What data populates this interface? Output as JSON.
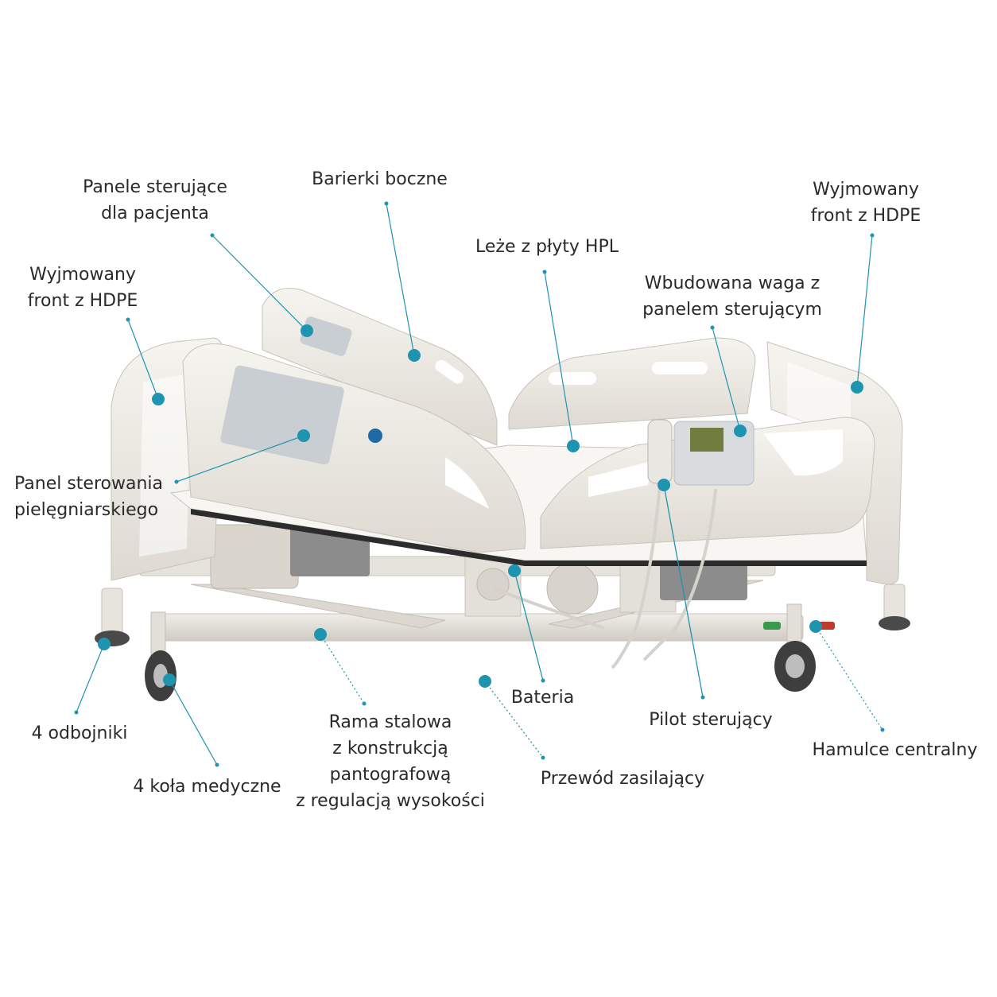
{
  "colors": {
    "accent": "#1e94b0",
    "bed_body": "#efece6",
    "bed_shadow": "#d6d2ca",
    "frame": "#e8e5df",
    "gray_box": "#8c8c8c",
    "panel": "#c9ced3",
    "button": "#1f2c3a"
  },
  "callouts": [
    {
      "id": "patient-panels",
      "lines": [
        "Panele sterujące",
        "dla pacjenta"
      ]
    },
    {
      "id": "side-rails",
      "lines": [
        "Barierki boczne"
      ]
    },
    {
      "id": "front-hdpe-right",
      "lines": [
        "Wyjmowany",
        "front z HDPE"
      ]
    },
    {
      "id": "hpl-platform",
      "lines": [
        "Leże z płyty HPL"
      ]
    },
    {
      "id": "scale-panel",
      "lines": [
        "Wbudowana waga z",
        "panelem sterującym"
      ]
    },
    {
      "id": "front-hdpe-left",
      "lines": [
        "Wyjmowany",
        "front z HDPE"
      ]
    },
    {
      "id": "nurse-panel",
      "lines": [
        "Panel sterowania",
        "pielęgniarskiego"
      ]
    },
    {
      "id": "bumpers",
      "lines": [
        "4 odbojniki"
      ]
    },
    {
      "id": "wheels",
      "lines": [
        "4 koła medyczne"
      ]
    },
    {
      "id": "steel-frame",
      "lines": [
        "Rama stalowa",
        "z konstrukcją",
        "pantografową",
        "z regulacją wysokości"
      ]
    },
    {
      "id": "battery",
      "lines": [
        "Bateria"
      ]
    },
    {
      "id": "power-cord",
      "lines": [
        "Przewód zasilający"
      ]
    },
    {
      "id": "remote",
      "lines": [
        "Pilot sterujący"
      ]
    },
    {
      "id": "central-brakes",
      "lines": [
        "Hamulce centralny"
      ]
    }
  ]
}
